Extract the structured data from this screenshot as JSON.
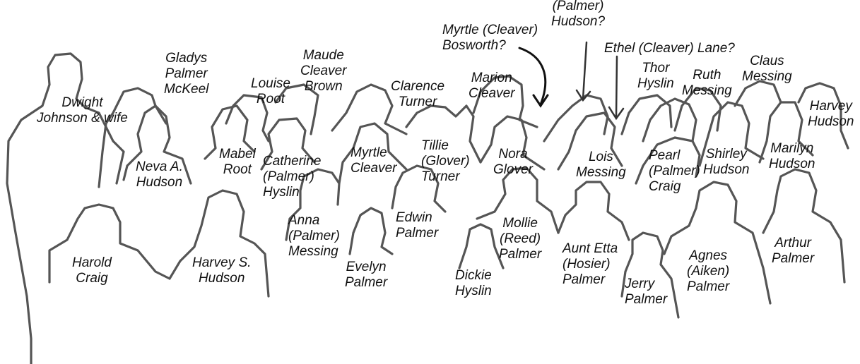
{
  "labels": {
    "dwight": "Dwight\nJohnson & wife",
    "gladys": "Gladys\nPalmer\nMcKeel",
    "maude": "Maude\nCleaver\nBrown",
    "louise": "Louise\nRoot",
    "clarence": "Clarence\nTurner",
    "marion": "Marion\nCleaver",
    "myrtle_bosworth": "Myrtle (Cleaver)\nBosworth?",
    "palmer_hudson": "(Palmer)\nHudson?",
    "ethel": "Ethel (Cleaver) Lane?",
    "claus": "Claus\nMessing",
    "thor": "Thor\nHyslin",
    "ruth": "Ruth\nMessing",
    "harvey_hudson": "Harvey\nHudson",
    "neva": "Neva A.\nHudson",
    "mabel": "Mabel\nRoot",
    "catherine": "Catherine\n(Palmer)\nHyslin",
    "myrtle_cleaver": "Myrtle\nCleaver",
    "tillie": "Tillie\n(Glover)\nTurner",
    "nora": "Nora\nGlover",
    "lois": "Lois\nMessing",
    "pearl": "Pearl\n(Palmer)\nCraig",
    "shirley": "Shirley\nHudson",
    "marilyn": "Marilyn\nHudson",
    "anna": "Anna\n(Palmer)\nMessing",
    "edwin": "Edwin\nPalmer",
    "mollie": "Mollie\n(Reed)\nPalmer",
    "harold": "Harold\nCraig",
    "harvey_s": "Harvey S.\nHudson",
    "evelyn": "Evelyn\nPalmer",
    "dickie": "Dickie\nHyslin",
    "etta": "Aunt Etta\n(Hosier)\nPalmer",
    "jerry": "Jerry\nPalmer",
    "agnes": "Agnes\n(Aiken)\nPalmer",
    "arthur": "Arthur\nPalmer"
  }
}
